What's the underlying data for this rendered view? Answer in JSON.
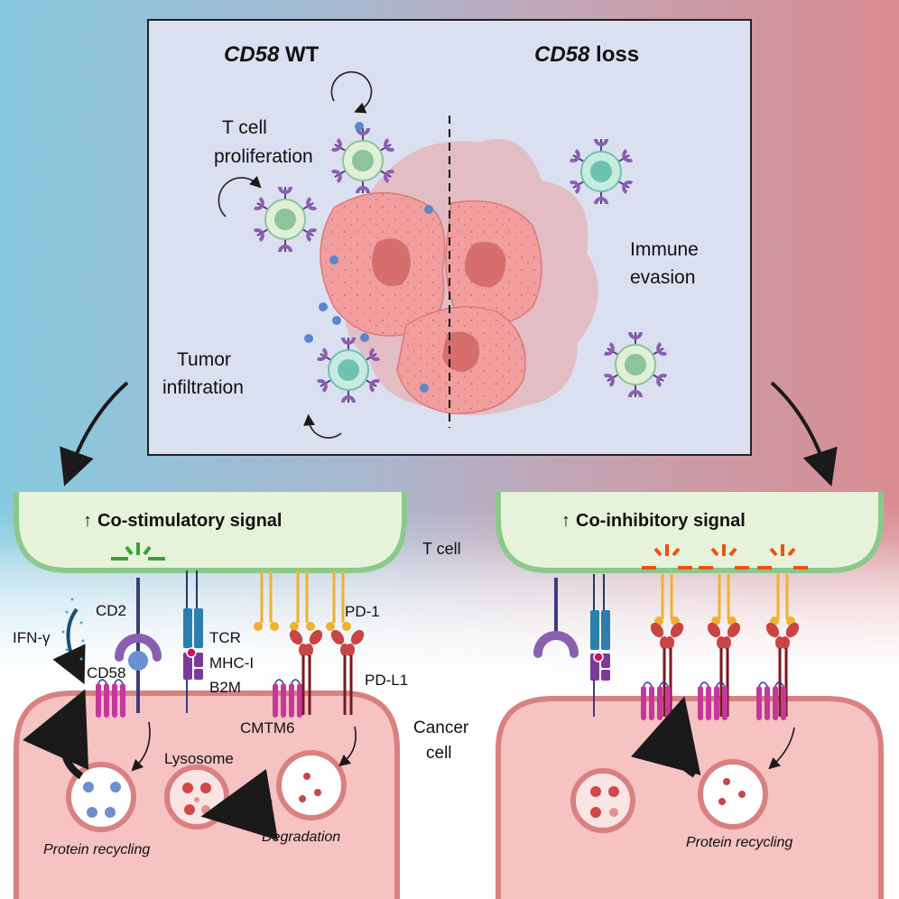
{
  "top_panel": {
    "wt_title_italic": "CD58",
    "wt_title_rest": " WT",
    "loss_title_italic": "CD58",
    "loss_title_rest": " loss",
    "t_cell_proliferation": [
      "T cell",
      "proliferation"
    ],
    "tumor_infiltration": [
      "Tumor",
      "infiltration"
    ],
    "immune_evasion": [
      "Immune",
      "evasion"
    ]
  },
  "left_panel": {
    "signal_label": "Co-stimulatory signal",
    "labels": {
      "ifn": "IFN-γ",
      "cd2": "CD2",
      "cd58": "CD58",
      "tcr": "TCR",
      "mhc": "MHC-I",
      "b2m": "B2M",
      "pd1": "PD-1",
      "pdl1": "PD-L1",
      "cmtm6": "CMTM6",
      "lysosome": "Lysosome",
      "recycling": "Protein recycling",
      "degradation": "Degradation"
    }
  },
  "middle_labels": {
    "t_cell": "T cell",
    "cancer_cell": [
      "Cancer",
      "cell"
    ]
  },
  "right_panel": {
    "signal_label": "Co-inhibitory signal",
    "recycling": "Protein recycling"
  },
  "colors": {
    "tcell_fill": "#e6f3da",
    "tcell_border": "#7fbf7f",
    "cancer_fill": "#f4b3b3",
    "cancer_border": "#d97b7b",
    "cd2": "#8a5fb0",
    "cd58": "#6b8fd1",
    "tcr": "#2a7fae",
    "mhc": "#7a3a9a",
    "pd1": "#f0b030",
    "pdl1": "#c84545",
    "cmtm6": "#c4389a",
    "panel_bg": "#dde3f2"
  }
}
